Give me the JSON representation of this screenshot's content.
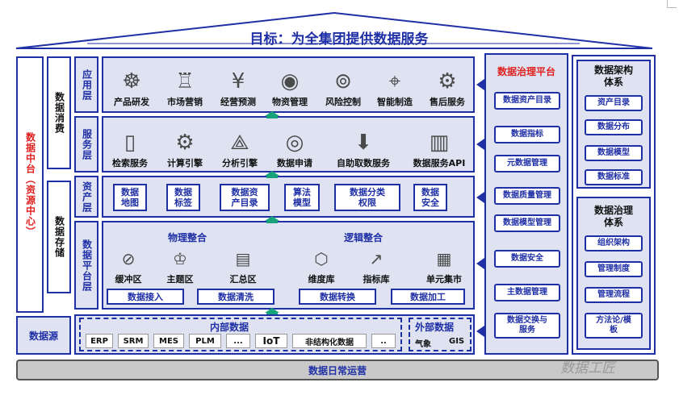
{
  "title": "目标：为全集团提供数据服务",
  "left": {
    "middle_platform": "数据中台（资源中心）",
    "consume": "数据消费",
    "storage": "数据存储",
    "source": "数据源"
  },
  "layers": {
    "app": "应用层",
    "service": "服务层",
    "asset": "资产层",
    "platform": "数据平台层"
  },
  "app_items": [
    "产品研发",
    "市场营销",
    "经营预测",
    "物资管理",
    "风险控制",
    "智能制造",
    "售后服务"
  ],
  "service_items": [
    "检索服务",
    "计算引擎",
    "分析引擎",
    "数据申请",
    "自助取数服务",
    "数据服务API"
  ],
  "asset_items": [
    "数据\n地图",
    "数据\n标签",
    "数据资\n产目录",
    "算法\n模型",
    "数据分类\n权限",
    "数据\n安全"
  ],
  "platform": {
    "physical": "物理整合",
    "logical": "逻辑整合",
    "physical_items": [
      "缓冲区",
      "主题区",
      "汇总区"
    ],
    "logical_items": [
      "维度库",
      "指标库",
      "单元集市"
    ],
    "process": [
      "数据接入",
      "数据清洗",
      "数据转换",
      "数据加工"
    ]
  },
  "sources": {
    "internal_title": "内部数据",
    "internal": [
      "ERP",
      "SRM",
      "MES",
      "PLM",
      "...",
      "IoT",
      "非结构化数据",
      ".."
    ],
    "external_title": "外部数据",
    "external": [
      "气象",
      "GIS"
    ]
  },
  "governance_platform": {
    "title": "数据治理平台",
    "items": [
      "数据资产目录",
      "数据指标",
      "元数据管理",
      "数据质量管理",
      "数据模型管理",
      "数据安全",
      "主数据管理",
      "数据交换与\n服务"
    ]
  },
  "arch_system": {
    "title": "数据架构\n体系",
    "items": [
      "资产目录",
      "数据分布",
      "数据模型",
      "数据标准"
    ]
  },
  "gov_system": {
    "title": "数据治理\n体系",
    "items": [
      "组织架构",
      "管理制度",
      "管理流程",
      "方法论/模\n板"
    ]
  },
  "footer": "数据日常运营",
  "watermark": "数据工匠",
  "colors": {
    "accent": "#1f2fa6",
    "red": "#e0201f",
    "layer_bg": "#dfe3f1",
    "arrow": "#19a37a"
  }
}
